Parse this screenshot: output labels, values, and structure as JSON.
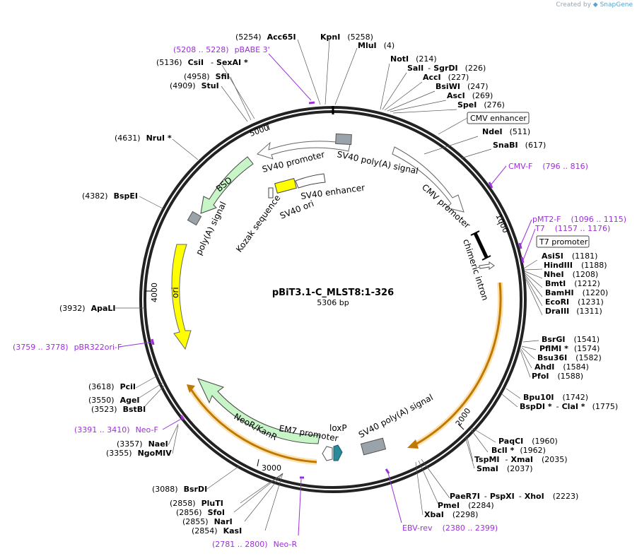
{
  "credit": {
    "prefix": "Created by",
    "brand": "SnapGene"
  },
  "title": "pBiT3.1-C_MLST8:1-326",
  "subtitle": "5306 bp",
  "colors": {
    "primer": "#9b30d9",
    "ori": "#ffff00",
    "resistance": "#c8f5c8",
    "grey": "#9aa3aa",
    "promoter": "#ffffff",
    "orf": "#d47f00"
  },
  "ticks": [
    "1000",
    "2000",
    "3000",
    "4000",
    "5000"
  ],
  "sites": [
    {
      "pos": "(5254)",
      "name": "Acc65I"
    },
    {
      "pos": "(5258)",
      "name": "KpnI"
    },
    {
      "pos": "(4)",
      "name": "MluI"
    },
    {
      "pos": "(214)",
      "name": "NotI"
    },
    {
      "pos": "(226)",
      "name": "SalI",
      "sep": "-",
      "name2": "SgrDI"
    },
    {
      "pos": "(227)",
      "name": "AccI"
    },
    {
      "pos": "(247)",
      "name": "BsiWI"
    },
    {
      "pos": "(269)",
      "name": "AscI"
    },
    {
      "pos": "(276)",
      "name": "SpeI"
    },
    {
      "pos": "(511)",
      "name": "NdeI"
    },
    {
      "pos": "(617)",
      "name": "SnaBI"
    },
    {
      "pos": "(1181)",
      "name": "AsiSI"
    },
    {
      "pos": "(1188)",
      "name": "HindIII"
    },
    {
      "pos": "(1208)",
      "name": "NheI"
    },
    {
      "pos": "(1212)",
      "name": "BmtI"
    },
    {
      "pos": "(1220)",
      "name": "BamHI"
    },
    {
      "pos": "(1231)",
      "name": "EcoRI"
    },
    {
      "pos": "(1311)",
      "name": "DraIII"
    },
    {
      "pos": "(1541)",
      "name": "BsrGI"
    },
    {
      "pos": "(1574)",
      "name": "PflMI *"
    },
    {
      "pos": "(1582)",
      "name": "Bsu36I"
    },
    {
      "pos": "(1584)",
      "name": "AhdI"
    },
    {
      "pos": "(1588)",
      "name": "PfoI"
    },
    {
      "pos": "(1742)",
      "name": "Bpu10I"
    },
    {
      "pos": "(1775)",
      "name": "BspDI *",
      "sep": "-",
      "name2": "ClaI *"
    },
    {
      "pos": "(1960)",
      "name": "PaqCI"
    },
    {
      "pos": "(1962)",
      "name": "BclI *"
    },
    {
      "pos": "(2035)",
      "name": "TspMI",
      "sep": "-",
      "name2": "XmaI"
    },
    {
      "pos": "(2037)",
      "name": "SmaI"
    },
    {
      "pos": "(2223)",
      "name": "PaeR7I",
      "sep": "-",
      "name2": "PspXI",
      "sep2": "-",
      "name3": "XhoI"
    },
    {
      "pos": "(2284)",
      "name": "PmeI"
    },
    {
      "pos": "(2298)",
      "name": "XbaI"
    },
    {
      "pos": "(3088)",
      "name": "BsrDI"
    },
    {
      "pos": "(2858)",
      "name": "PluTI"
    },
    {
      "pos": "(2856)",
      "name": "SfoI"
    },
    {
      "pos": "(2855)",
      "name": "NarI"
    },
    {
      "pos": "(2854)",
      "name": "KasI"
    },
    {
      "pos": "(3618)",
      "name": "PciI"
    },
    {
      "pos": "(3550)",
      "name": "AgeI"
    },
    {
      "pos": "(3523)",
      "name": "BstBI"
    },
    {
      "pos": "(3357)",
      "name": "NaeI"
    },
    {
      "pos": "(3355)",
      "name": "NgoMIV"
    },
    {
      "pos": "(3932)",
      "name": "ApaLI"
    },
    {
      "pos": "(4382)",
      "name": "BspEI"
    },
    {
      "pos": "(4631)",
      "name": "NruI *"
    },
    {
      "pos": "(5136)",
      "name": "CsiI",
      "sep": "-",
      "name2": "SexAI *"
    },
    {
      "pos": "(4958)",
      "name": "SfiI"
    },
    {
      "pos": "(4909)",
      "name": "StuI"
    }
  ],
  "primers": [
    {
      "range": "(5208 .. 5228)",
      "name": "pBABE 3'"
    },
    {
      "name": "CMV-F",
      "range": "(796 .. 816)"
    },
    {
      "name": "pMT2-F",
      "range": "(1096 .. 1115)"
    },
    {
      "name": "T7",
      "range": "(1157 .. 1176)"
    },
    {
      "range": "(3759 .. 3778)",
      "name": "pBR322ori-F"
    },
    {
      "range": "(3391 .. 3410)",
      "name": "Neo-F"
    },
    {
      "name": "EBV-rev",
      "range": "(2380 .. 2399)"
    },
    {
      "range": "(2781 .. 2800)",
      "name": "Neo-R"
    }
  ],
  "boxed": {
    "cmv_enhancer": "CMV enhancer",
    "t7_promoter": "T7 promoter"
  },
  "features": {
    "sv40_promoter": "SV40 promoter",
    "sv40_polya_top": "SV40 poly(A) signal",
    "cmv_promoter": "CMV promoter",
    "chimeric_intron": "chimeric intron",
    "bsd": "BSD",
    "polya_signal": "poly(A) signal",
    "sv40_enhancer": "SV40 enhancer",
    "sv40_ori": "SV40 ori",
    "kozak": "Kozak sequence",
    "ori": "ori",
    "neo": "NeoR/KanR",
    "em7": "EM7 promoter",
    "loxp": "loxP",
    "sv40_polya_bottom": "SV40 poly(A) signal"
  }
}
